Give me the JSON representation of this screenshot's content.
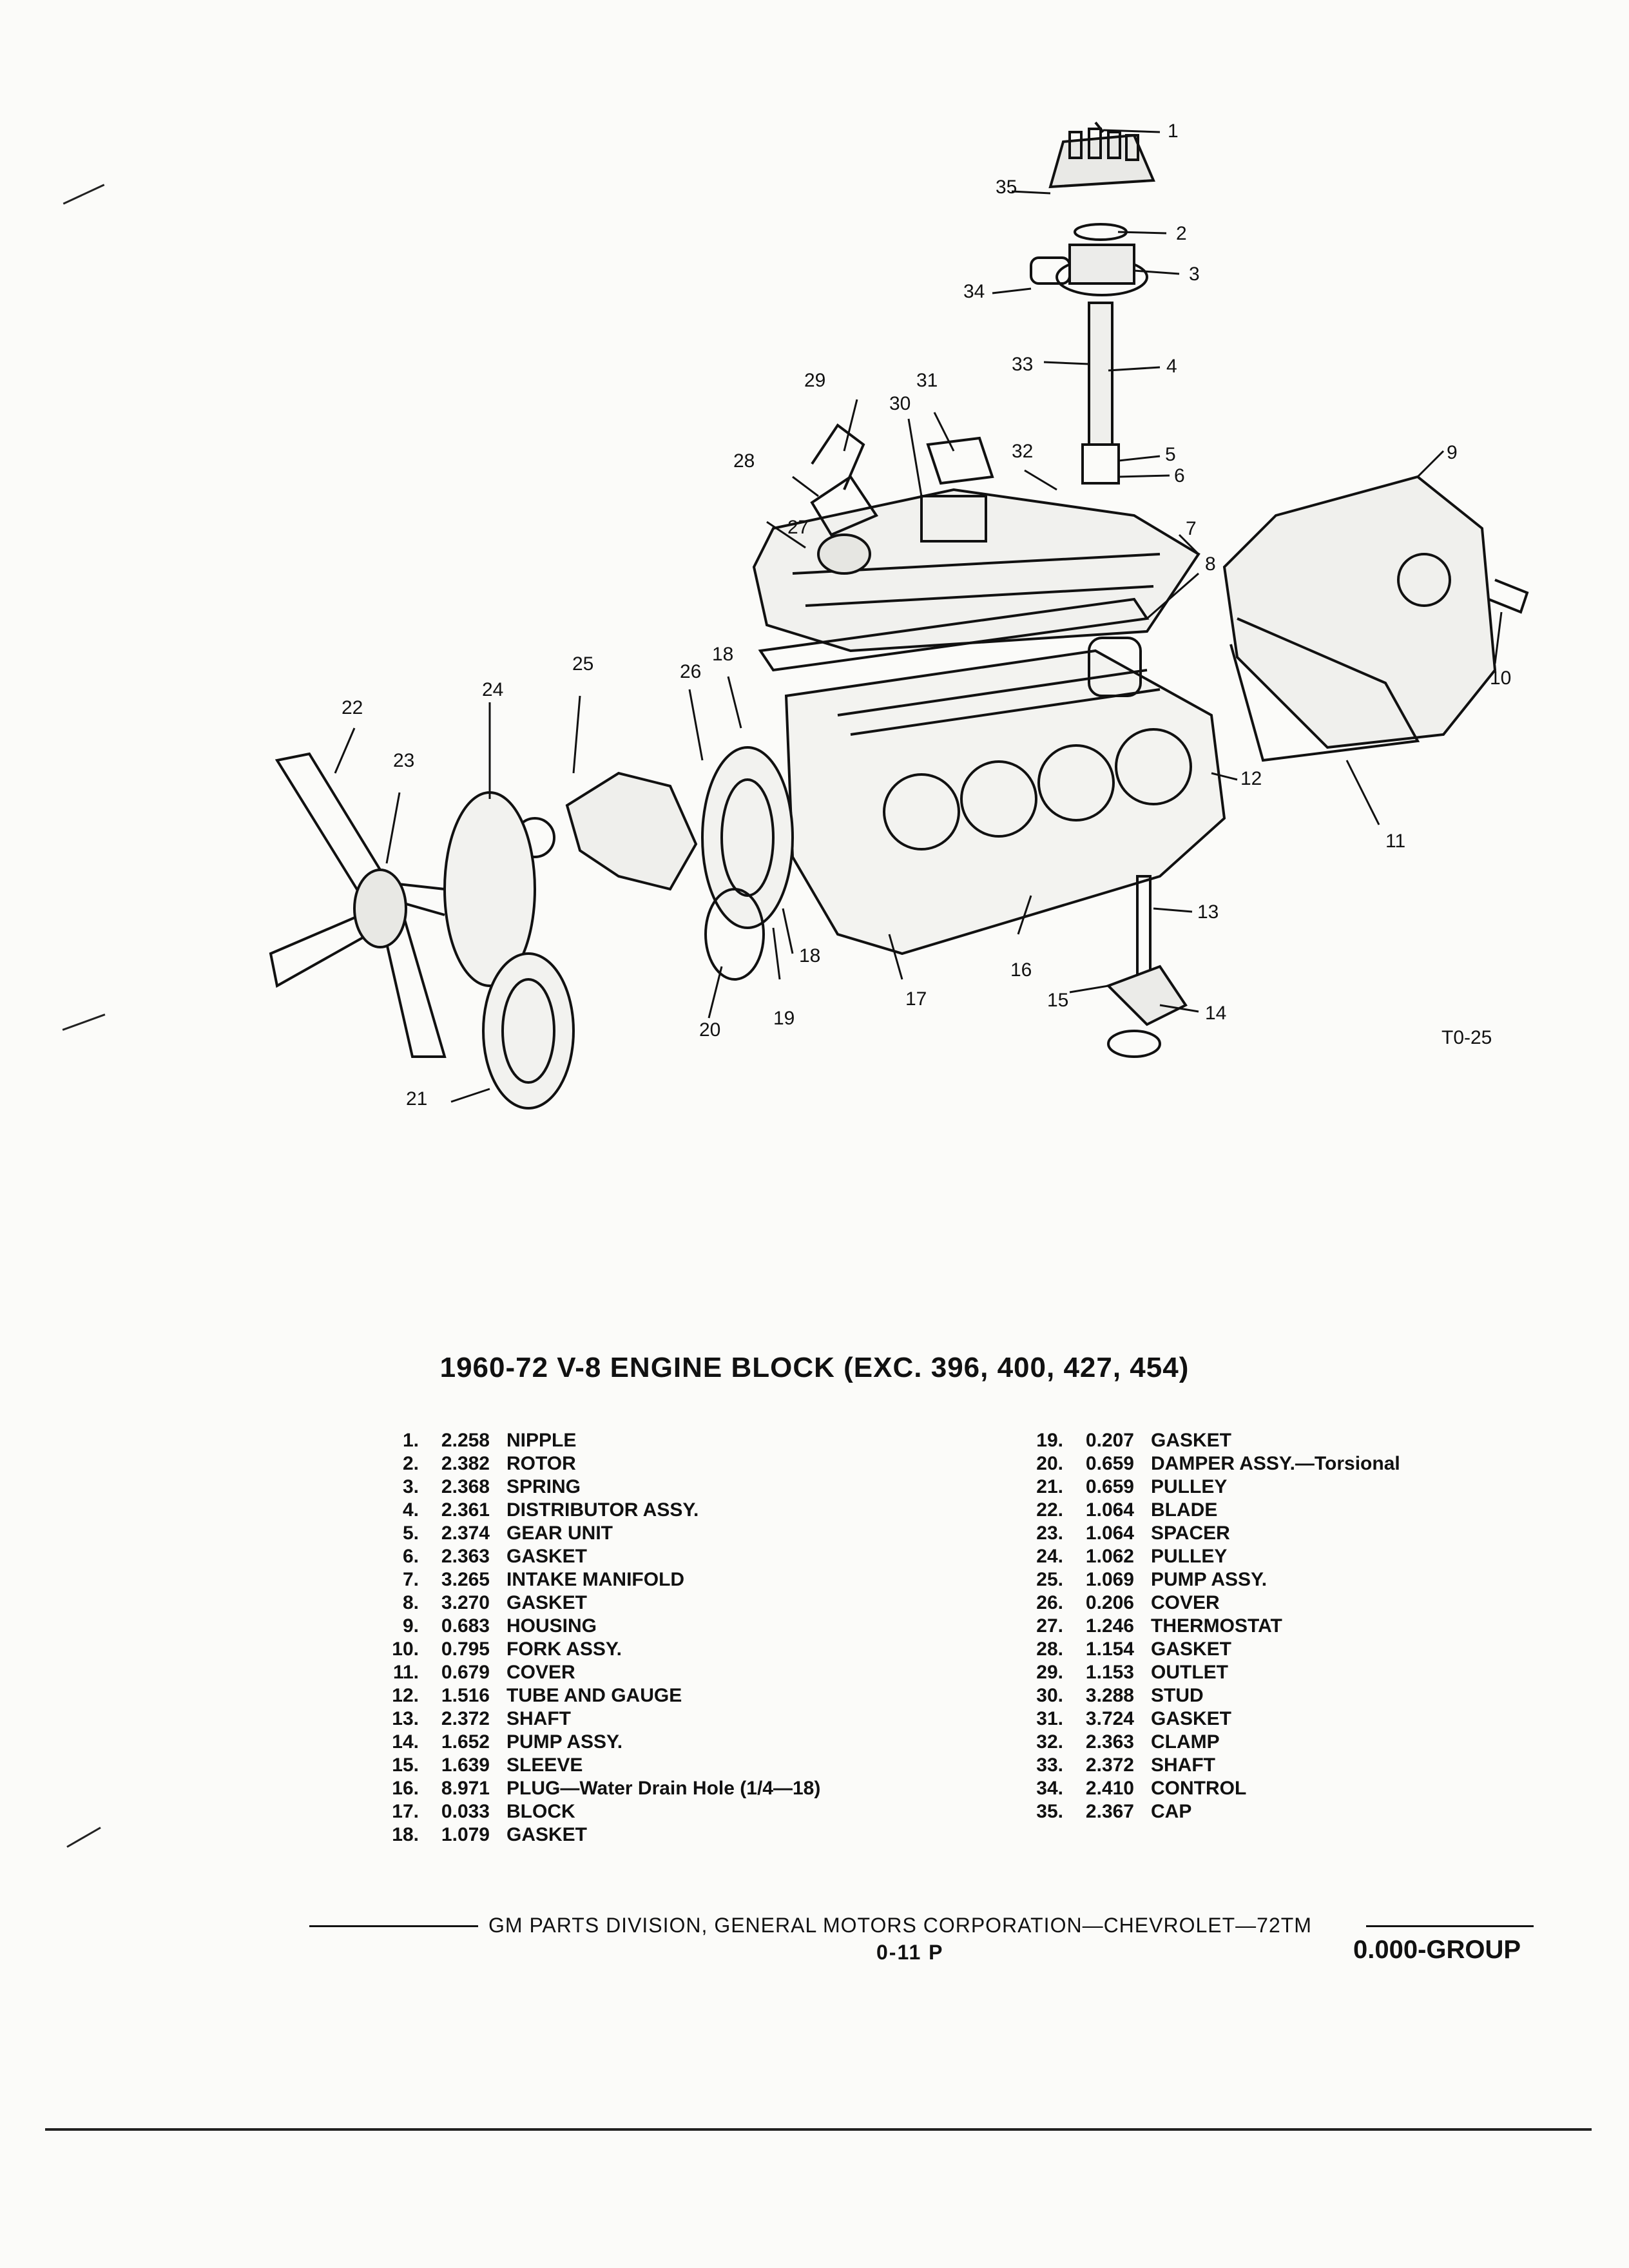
{
  "diagram": {
    "figure_id": "T0-25",
    "callouts": [
      "1",
      "2",
      "3",
      "4",
      "5",
      "6",
      "7",
      "8",
      "9",
      "10",
      "11",
      "12",
      "13",
      "14",
      "15",
      "16",
      "17",
      "18",
      "18",
      "19",
      "20",
      "21",
      "22",
      "23",
      "24",
      "25",
      "26",
      "27",
      "28",
      "29",
      "30",
      "31",
      "32",
      "33",
      "34",
      "35"
    ]
  },
  "title": "1960-72 V-8 ENGINE BLOCK (EXC. 396, 400, 427, 454)",
  "parts_left": [
    {
      "num": "1.",
      "code": "2.258",
      "desc": "NIPPLE"
    },
    {
      "num": "2.",
      "code": "2.382",
      "desc": "ROTOR"
    },
    {
      "num": "3.",
      "code": "2.368",
      "desc": "SPRING"
    },
    {
      "num": "4.",
      "code": "2.361",
      "desc": "DISTRIBUTOR ASSY."
    },
    {
      "num": "5.",
      "code": "2.374",
      "desc": "GEAR UNIT"
    },
    {
      "num": "6.",
      "code": "2.363",
      "desc": "GASKET"
    },
    {
      "num": "7.",
      "code": "3.265",
      "desc": "INTAKE MANIFOLD"
    },
    {
      "num": "8.",
      "code": "3.270",
      "desc": "GASKET"
    },
    {
      "num": "9.",
      "code": "0.683",
      "desc": "HOUSING"
    },
    {
      "num": "10.",
      "code": "0.795",
      "desc": "FORK ASSY."
    },
    {
      "num": "11.",
      "code": "0.679",
      "desc": "COVER"
    },
    {
      "num": "12.",
      "code": "1.516",
      "desc": "TUBE AND GAUGE"
    },
    {
      "num": "13.",
      "code": "2.372",
      "desc": "SHAFT"
    },
    {
      "num": "14.",
      "code": "1.652",
      "desc": "PUMP ASSY."
    },
    {
      "num": "15.",
      "code": "1.639",
      "desc": "SLEEVE"
    },
    {
      "num": "16.",
      "code": "8.971",
      "desc": "PLUG—Water Drain Hole (1/4—18)"
    },
    {
      "num": "17.",
      "code": "0.033",
      "desc": "BLOCK"
    },
    {
      "num": "18.",
      "code": "1.079",
      "desc": "GASKET"
    }
  ],
  "parts_right": [
    {
      "num": "19.",
      "code": "0.207",
      "desc": "GASKET"
    },
    {
      "num": "20.",
      "code": "0.659",
      "desc": "DAMPER ASSY.—Torsional"
    },
    {
      "num": "21.",
      "code": "0.659",
      "desc": "PULLEY"
    },
    {
      "num": "22.",
      "code": "1.064",
      "desc": "BLADE"
    },
    {
      "num": "23.",
      "code": "1.064",
      "desc": "SPACER"
    },
    {
      "num": "24.",
      "code": "1.062",
      "desc": "PULLEY"
    },
    {
      "num": "25.",
      "code": "1.069",
      "desc": "PUMP ASSY."
    },
    {
      "num": "26.",
      "code": "0.206",
      "desc": "COVER"
    },
    {
      "num": "27.",
      "code": "1.246",
      "desc": "THERMOSTAT"
    },
    {
      "num": "28.",
      "code": "1.154",
      "desc": "GASKET"
    },
    {
      "num": "29.",
      "code": "1.153",
      "desc": "OUTLET"
    },
    {
      "num": "30.",
      "code": "3.288",
      "desc": "STUD"
    },
    {
      "num": "31.",
      "code": "3.724",
      "desc": "GASKET"
    },
    {
      "num": "32.",
      "code": "2.363",
      "desc": "CLAMP"
    },
    {
      "num": "33.",
      "code": "2.372",
      "desc": "SHAFT"
    },
    {
      "num": "34.",
      "code": "2.410",
      "desc": "CONTROL"
    },
    {
      "num": "35.",
      "code": "2.367",
      "desc": "CAP"
    }
  ],
  "footer": {
    "text": "GM PARTS DIVISION, GENERAL MOTORS CORPORATION—CHEVROLET—72TM",
    "page": "0-11 P",
    "group": "0.000-GROUP"
  }
}
